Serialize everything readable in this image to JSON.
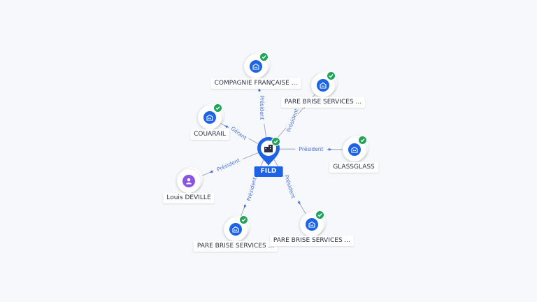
{
  "graph": {
    "center": {
      "label": "FILD",
      "icon": "building-icon",
      "verified": true
    },
    "nodes": [
      {
        "id": "n1",
        "label": "COMPAGNIE FRANÇAISE ...",
        "type": "company",
        "icon": "building-icon",
        "verified": true,
        "relation": "Président"
      },
      {
        "id": "n2",
        "label": "PARE BRISE SERVICES ...",
        "type": "company",
        "icon": "building-icon",
        "verified": true,
        "relation": "Président"
      },
      {
        "id": "n3",
        "label": "COUARAIL",
        "type": "company",
        "icon": "building-icon",
        "verified": true,
        "relation": "Gérant"
      },
      {
        "id": "n4",
        "label": "GLASSGLASS",
        "type": "company",
        "icon": "building-icon",
        "verified": true,
        "relation": "Président"
      },
      {
        "id": "n5",
        "label": "Louis DEVILLE",
        "type": "person",
        "icon": "person-icon",
        "verified": false,
        "relation": "Président"
      },
      {
        "id": "n6",
        "label": "PARE BRISE SERVICES ...",
        "type": "company",
        "icon": "building-icon",
        "verified": true,
        "relation": "Président"
      },
      {
        "id": "n7",
        "label": "PARE BRISE SERVICES ...",
        "type": "company",
        "icon": "building-icon",
        "verified": true,
        "relation": "Président"
      }
    ]
  },
  "colors": {
    "company": "#1d63e6",
    "person": "#8a55e0",
    "verified": "#20a35a",
    "edge": "#9aa3b5",
    "edge_label": "#4a72d8"
  }
}
